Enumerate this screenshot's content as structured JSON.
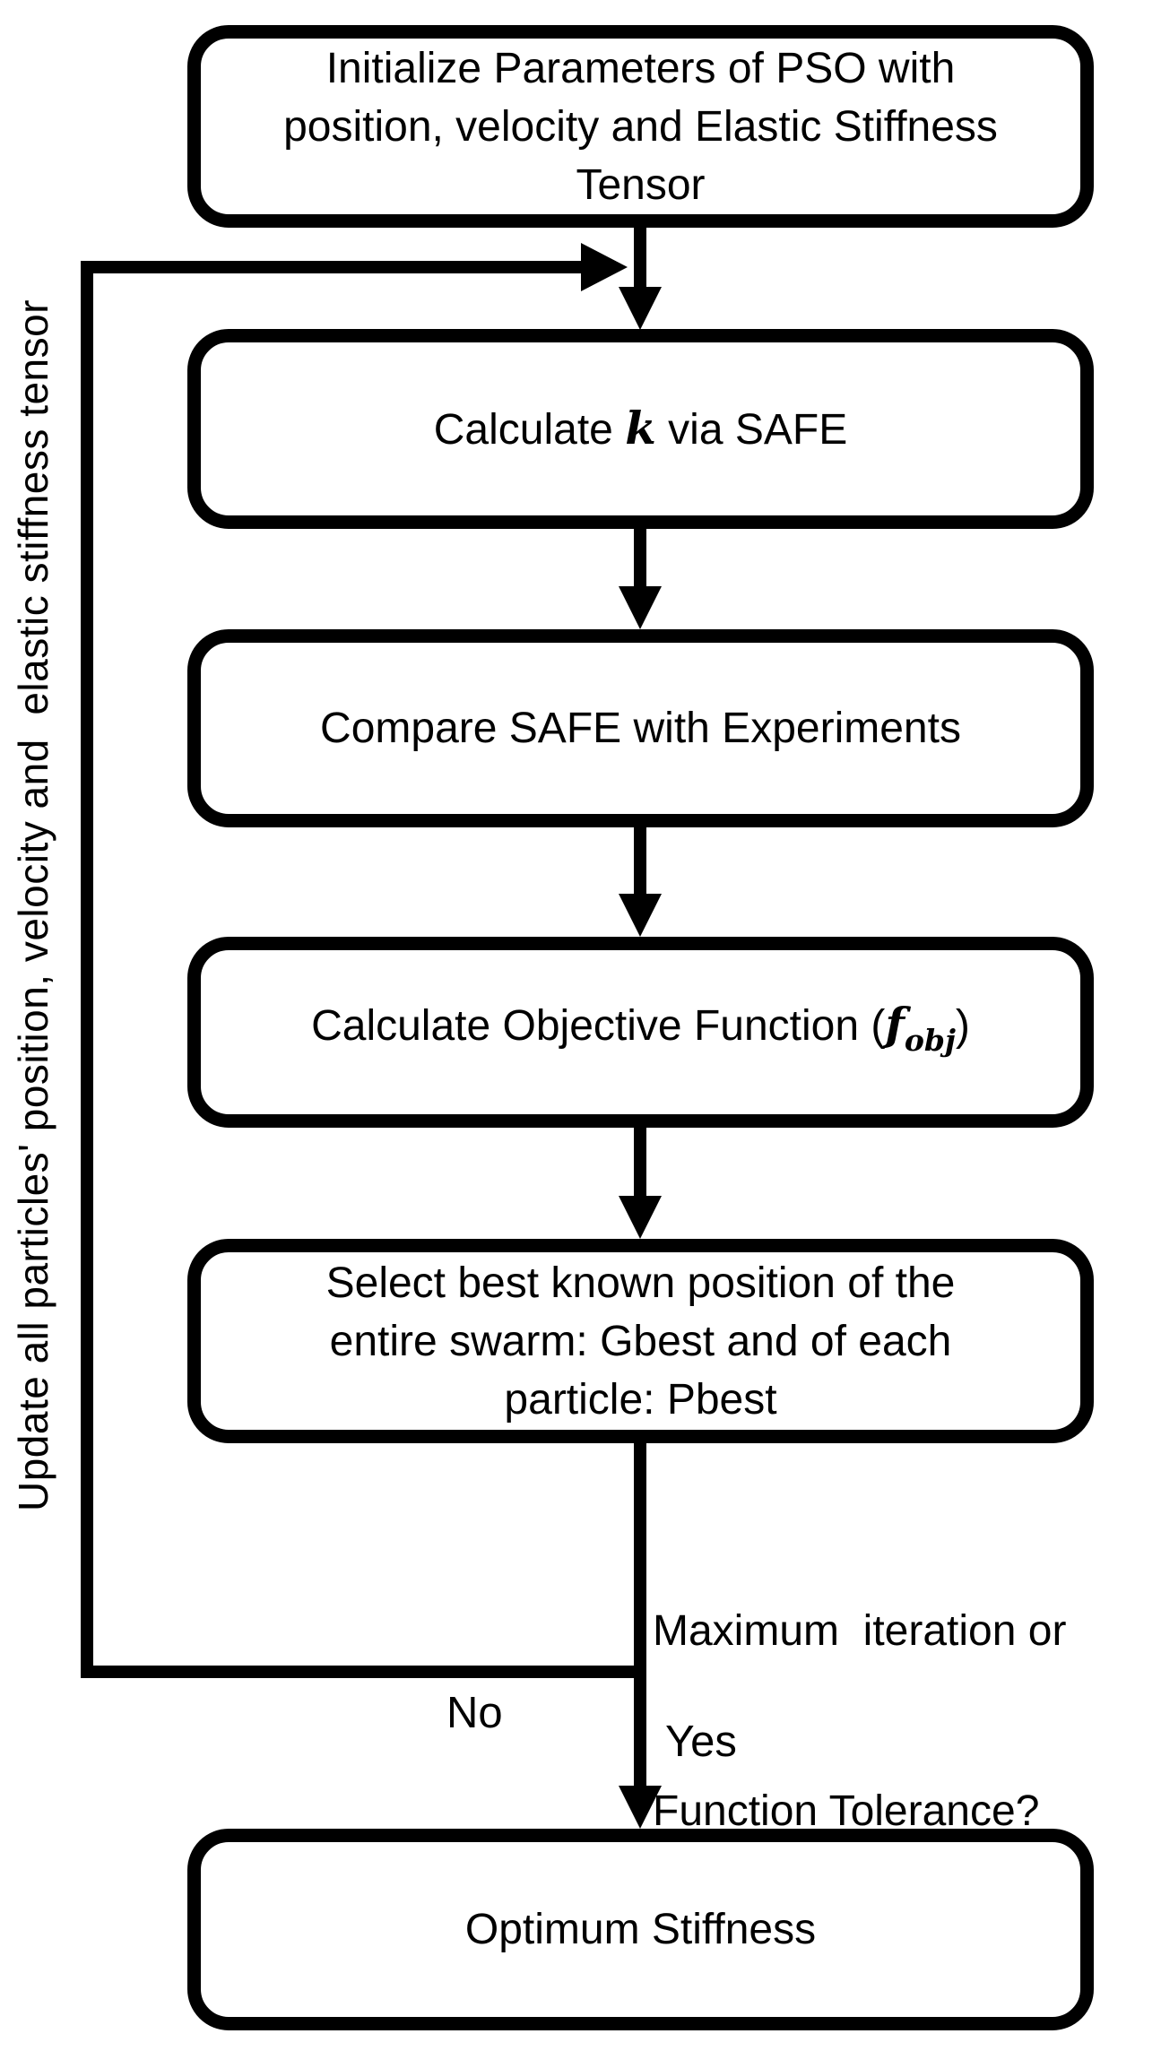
{
  "flowchart": {
    "loop_note": "Update all particles' position, velocity and  elastic stiffness tensor",
    "boxes": {
      "initialize": {
        "line1": "Initialize Parameters of PSO with",
        "line2": "position, velocity and Elastic Stiffness",
        "line3": "Tensor"
      },
      "calculate_k": {
        "pre": "Calculate ",
        "math": "k",
        "post": " via SAFE"
      },
      "compare": {
        "label": "Compare SAFE with Experiments"
      },
      "objective": {
        "pre": "Calculate Objective Function (",
        "math": "f",
        "sub": "obj",
        "post": ")"
      },
      "select_best": {
        "line1": "Select best known position of the",
        "line2": "entire swarm: Gbest and of each",
        "line3": "particle: Pbest"
      },
      "optimum": {
        "label": "Optimum Stiffness"
      }
    },
    "decision": {
      "line1": "Maximum  iteration or",
      "line2": "Function Tolerance?"
    },
    "branch_labels": {
      "no": "No",
      "yes": "Yes"
    },
    "colors": {
      "ink": "#000000",
      "background": "#ffffff"
    }
  }
}
